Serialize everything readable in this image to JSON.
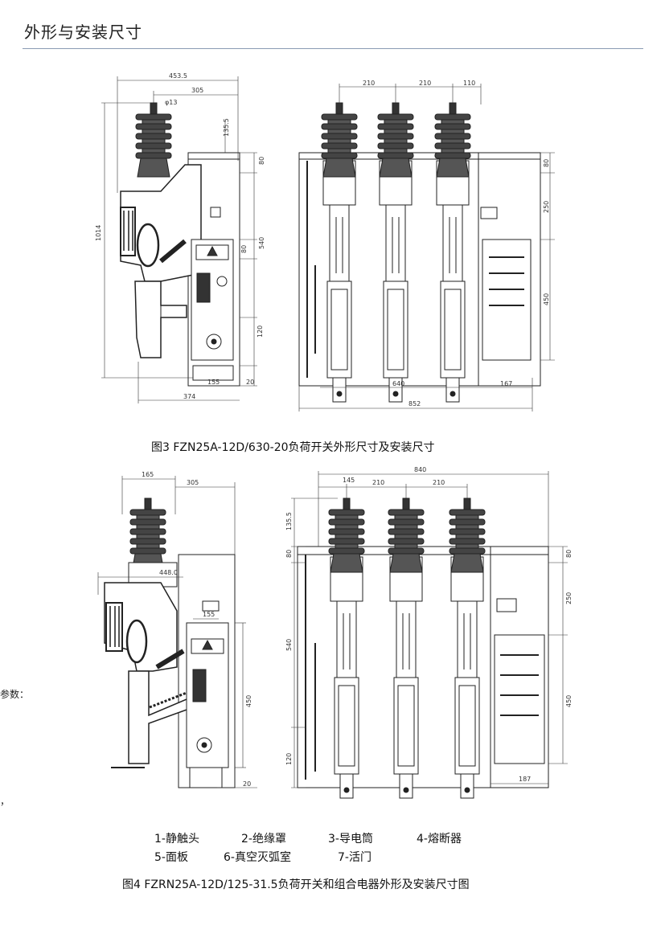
{
  "header": {
    "title": "外形与安装尺寸"
  },
  "figure3": {
    "caption": "图3 FZN25A-12D/630-20负荷开关外形尺寸及安装尺寸",
    "side_dims": [
      "453.5",
      "305",
      "φ13",
      "135.5",
      "1014",
      "80",
      "540",
      "80",
      "120",
      "20",
      "155",
      "374"
    ],
    "front_dims": [
      "210",
      "210",
      "110",
      "80",
      "250",
      "450",
      "640",
      "167",
      "852"
    ]
  },
  "figure4": {
    "caption": "图4 FZRN25A-12D/125-31.5负荷开关和组合电器外形及安装尺寸图",
    "side_dims": [
      "165",
      "305",
      "448.0",
      "155",
      "450",
      "20"
    ],
    "front_dims": [
      "840",
      "145",
      "210",
      "210",
      "135.5",
      "80",
      "80",
      "250",
      "540",
      "450",
      "120",
      "187"
    ]
  },
  "legend": {
    "items": [
      "1-静触头",
      "2-绝缘罩",
      "3-导电筒",
      "4-熔断器",
      "5-面板",
      "6-真空灭弧室",
      "7-活门"
    ]
  },
  "edge_text": {
    "params": "参数：",
    "comma": "，"
  }
}
